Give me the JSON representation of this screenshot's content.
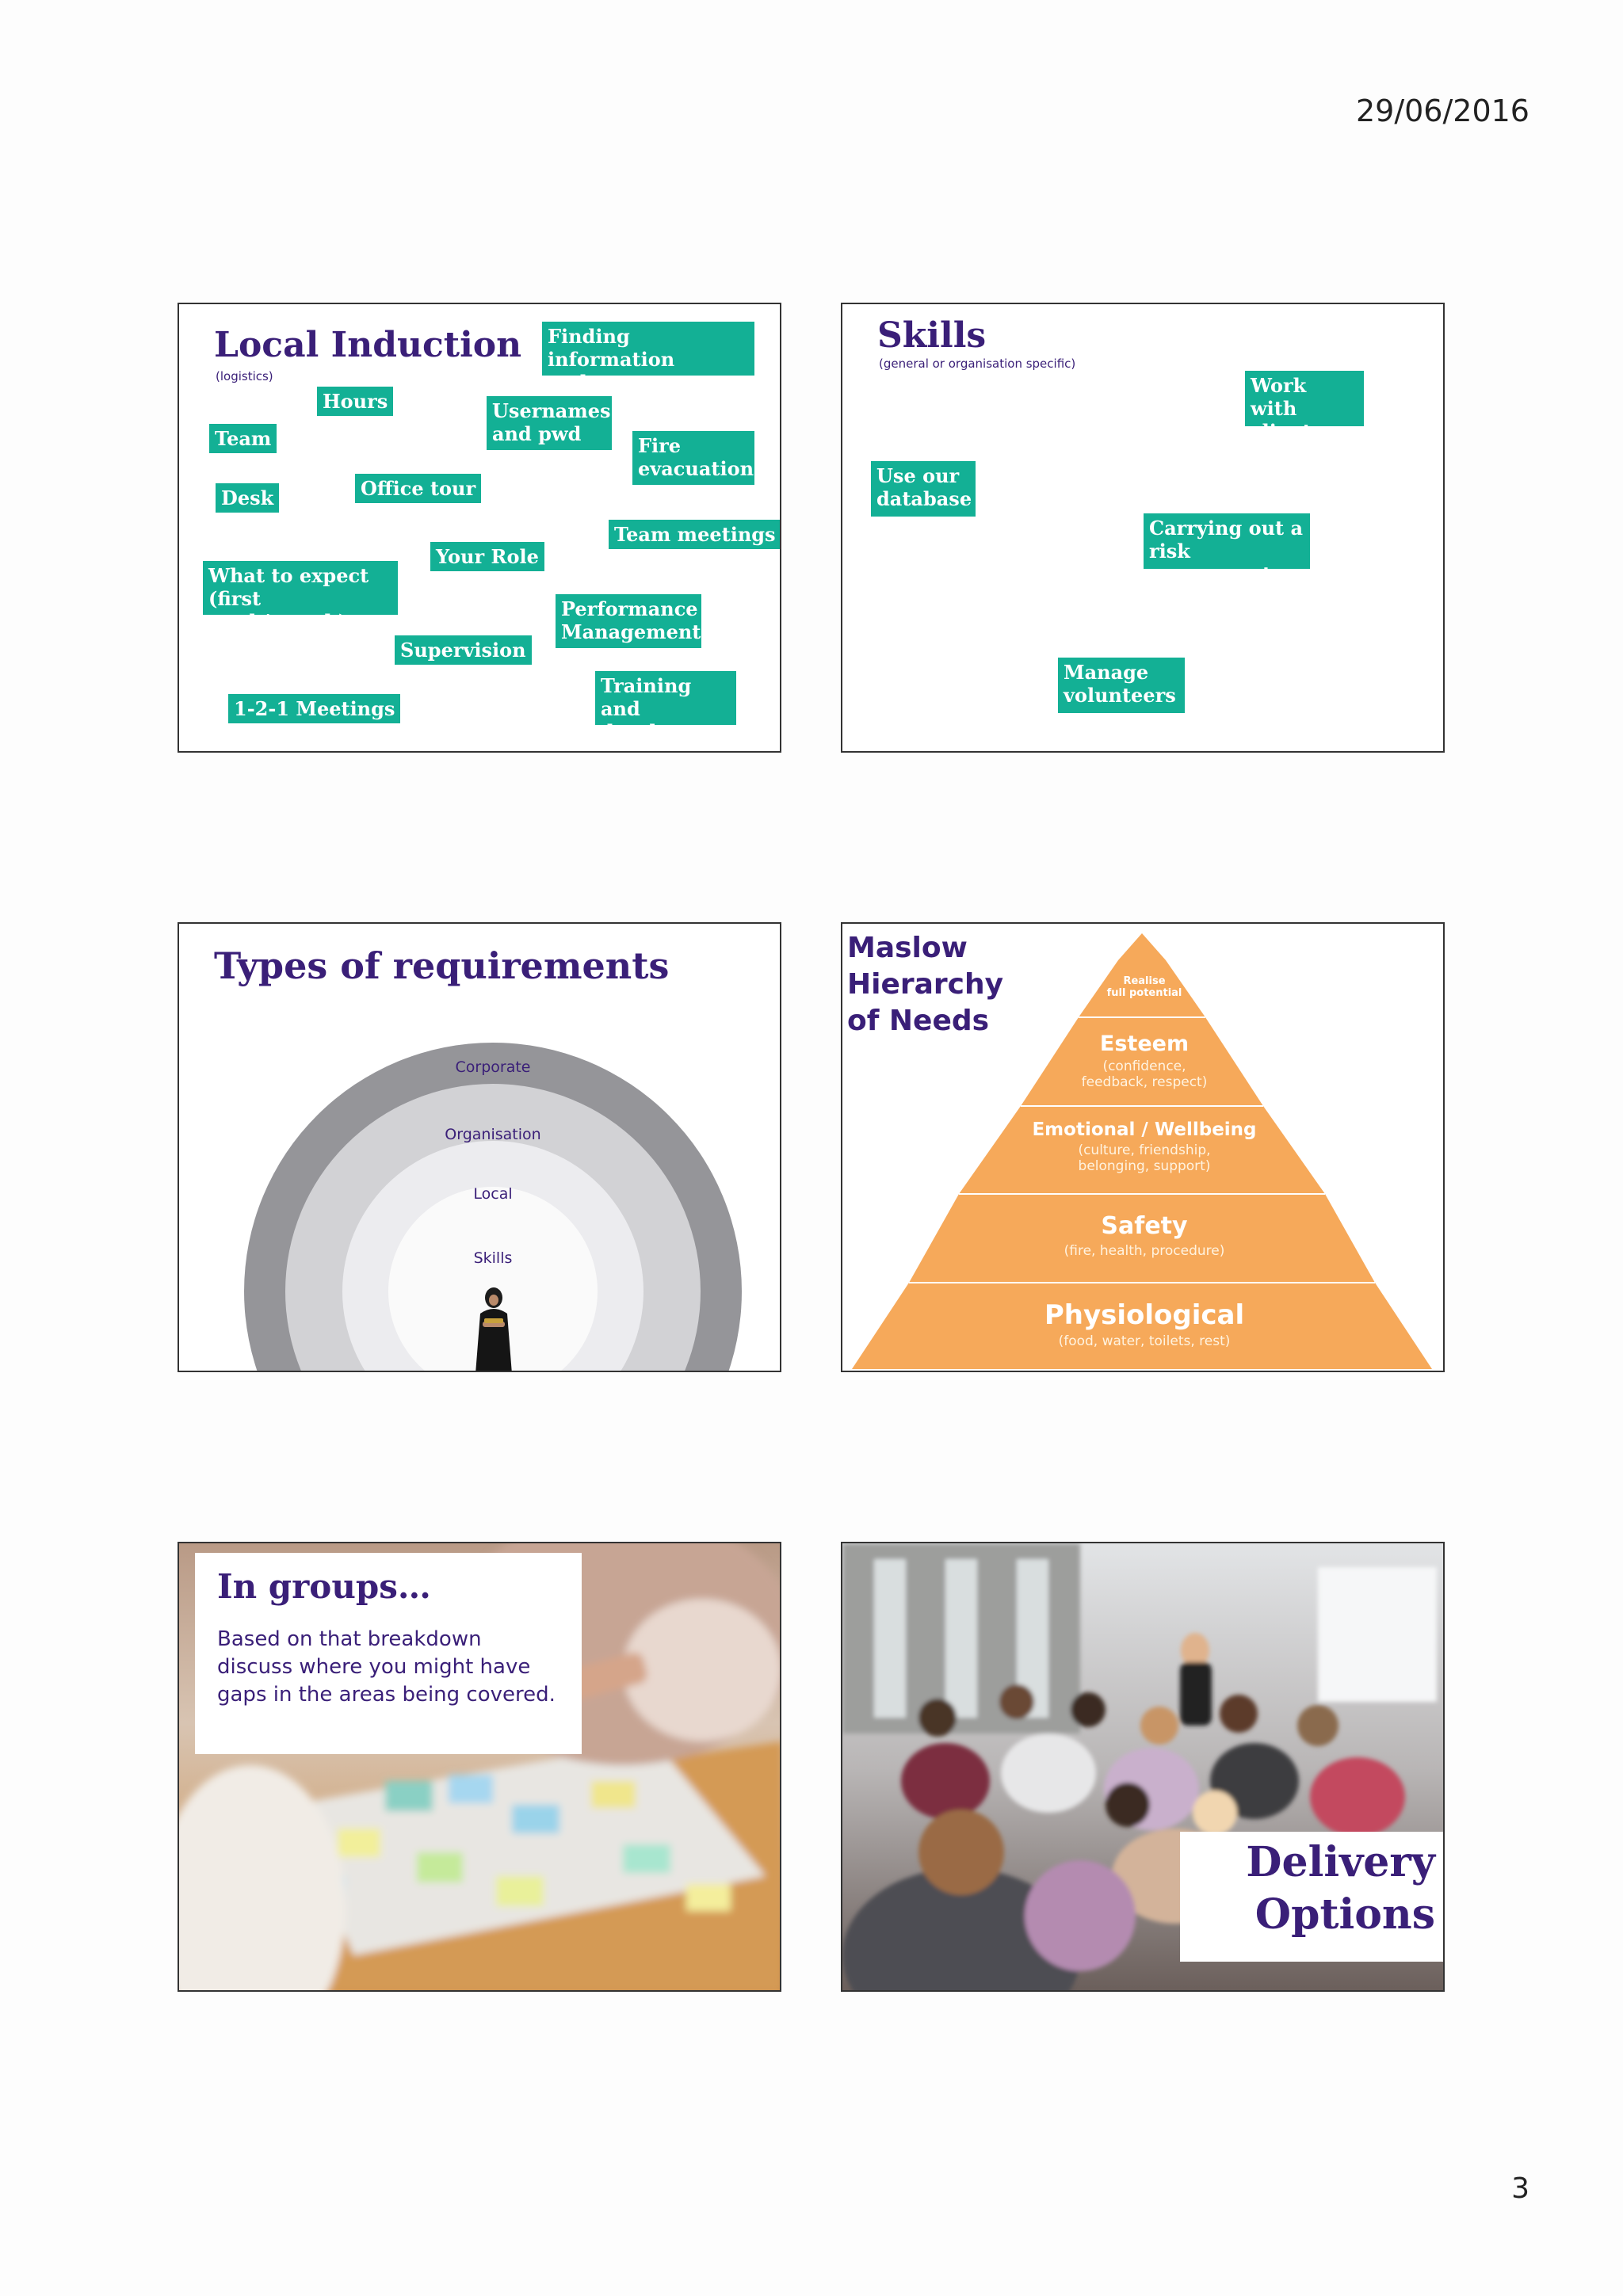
{
  "page": {
    "date": "29/06/2016",
    "number": "3"
  },
  "slide1": {
    "title": "Local Induction",
    "subtitle": "(logistics)",
    "tags": [
      "Finding information\nand support",
      "Hours",
      "Usernames\nand pwd",
      "Team",
      "Fire\nevacuation",
      "Desk",
      "Office tour",
      "Team meetings",
      "Your Role",
      "What to expect\n(first week/month)",
      "Performance\nManagement",
      "Supervision",
      "Training and\ndevelopment",
      "1-2-1 Meetings"
    ]
  },
  "slide2": {
    "title": "Skills",
    "subtitle": "(general or organisation specific)",
    "tags": [
      "Work with\nclients",
      "Use our\ndatabase",
      "Carrying out a\nrisk assessment",
      "Manage\nvolunteers"
    ]
  },
  "slide3": {
    "title": "Types of requirements",
    "rings": [
      "Corporate",
      "Organisation",
      "Local",
      "Skills"
    ],
    "colors": {
      "corporate": "#959599",
      "organisation": "#d2d2d5",
      "local": "#ececef",
      "skills": "#fafafa"
    }
  },
  "slide4": {
    "title": "Maslow\nHierarchy\nof Needs",
    "levels": [
      {
        "name": "Realise\nfull potential",
        "detail": ""
      },
      {
        "name": "Esteem",
        "detail": "(confidence,\nfeedback, respect)"
      },
      {
        "name": "Emotional / Wellbeing",
        "detail": "(culture, friendship,\nbelonging, support)"
      },
      {
        "name": "Safety",
        "detail": "(fire, health, procedure)"
      },
      {
        "name": "Physiological",
        "detail": "(food, water, toilets, rest)"
      }
    ],
    "color": "#f6a95a"
  },
  "slide5": {
    "title": "In groups…",
    "body": "Based on that breakdown\ndiscuss where you might have\ngaps in the areas being covered."
  },
  "slide6": {
    "title": "Delivery\nOptions"
  }
}
